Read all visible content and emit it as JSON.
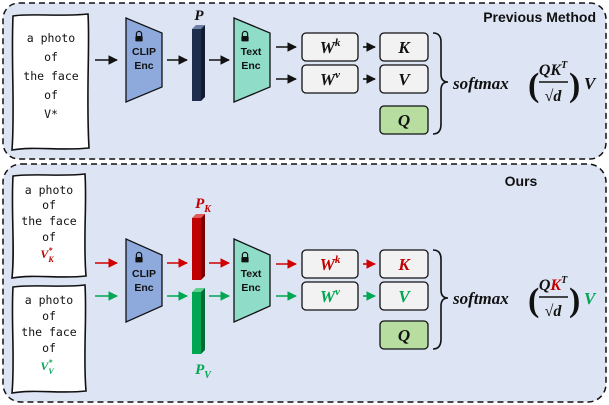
{
  "panels": {
    "previous": {
      "title": "Previous Method",
      "prompt_lines": [
        "a photo",
        "of",
        "the face",
        "of",
        "V*"
      ],
      "clip_lines": [
        "CLIP",
        "Enc"
      ],
      "text_lines": [
        "Text",
        "Enc"
      ],
      "p_label": "P",
      "wk_base": "W",
      "wk_sup": "k",
      "wv_base": "W",
      "wv_sup": "v",
      "k": "K",
      "v": "V",
      "q": "Q",
      "formula": {
        "func": "softmax",
        "num_q": "Q",
        "num_k": "K",
        "num_t": "T",
        "den_sqrt": "√",
        "den_d": "d",
        "mult": "V"
      }
    },
    "ours": {
      "title": "Ours",
      "prompt_top_lines": [
        "a photo",
        "of",
        "the face",
        "of"
      ],
      "prompt_top_token": "V",
      "prompt_top_sub": "K",
      "prompt_top_sup": "*",
      "prompt_bottom_lines": [
        "a photo",
        "of",
        "the face",
        "of"
      ],
      "prompt_bottom_token": "V",
      "prompt_bottom_sub": "V",
      "prompt_bottom_sup": "*",
      "clip_lines": [
        "CLIP",
        "Enc"
      ],
      "text_lines": [
        "Text",
        "Enc"
      ],
      "pk_base": "P",
      "pk_sub": "K",
      "pv_base": "P",
      "pv_sub": "V",
      "wk_base": "W",
      "wk_sup": "k",
      "wv_base": "W",
      "wv_sup": "v",
      "k": "K",
      "v": "V",
      "q": "Q",
      "formula": {
        "func": "softmax",
        "num_q": "Q",
        "num_k": "K",
        "num_t": "T",
        "den_sqrt": "√",
        "den_d": "d",
        "mult": "V"
      }
    }
  },
  "icons": [
    "lock-icon"
  ],
  "colors": {
    "panel_bg": "#dde4f4",
    "clip": "#8ea9db",
    "text_enc": "#8fdcc8",
    "q_box": "#b7dea0",
    "red": "#c00000",
    "green": "#00a651",
    "p_bar": "#1f2d4d"
  }
}
